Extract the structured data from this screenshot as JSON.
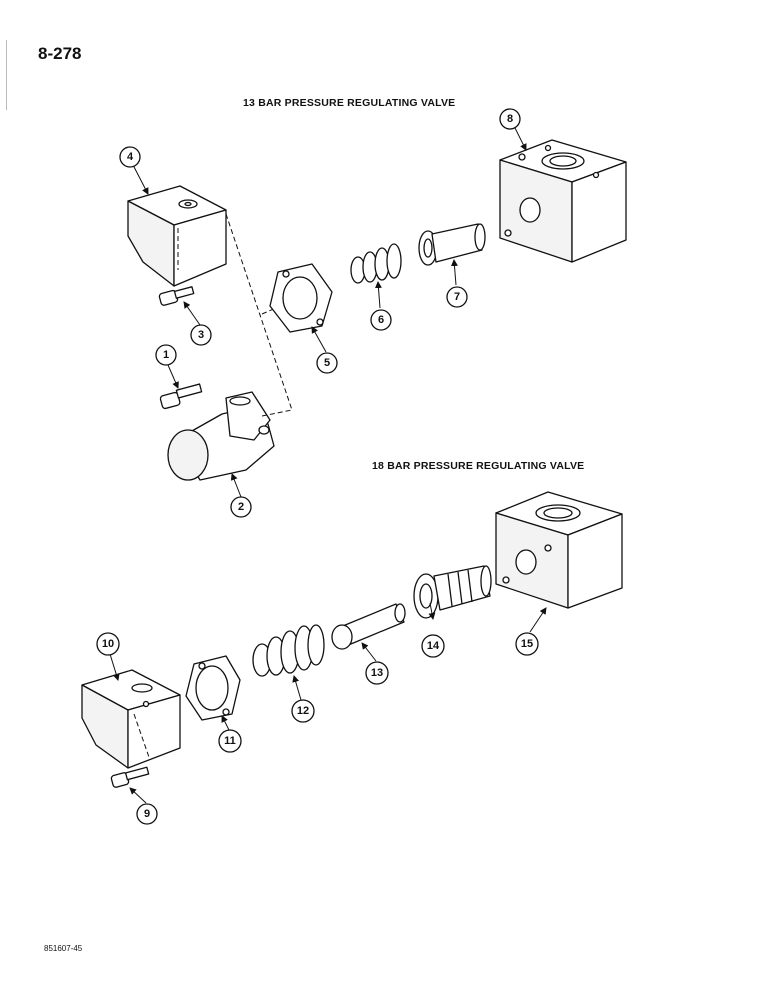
{
  "page": {
    "number": "8-278",
    "figure_code": "851607-45"
  },
  "sections": [
    {
      "title": "13 BAR PRESSURE REGULATING VALVE"
    },
    {
      "title": "18 BAR PRESSURE REGULATING VALVE"
    }
  ],
  "callouts": [
    "1",
    "2",
    "3",
    "4",
    "5",
    "6",
    "7",
    "8",
    "9",
    "10",
    "11",
    "12",
    "13",
    "14",
    "15"
  ]
}
